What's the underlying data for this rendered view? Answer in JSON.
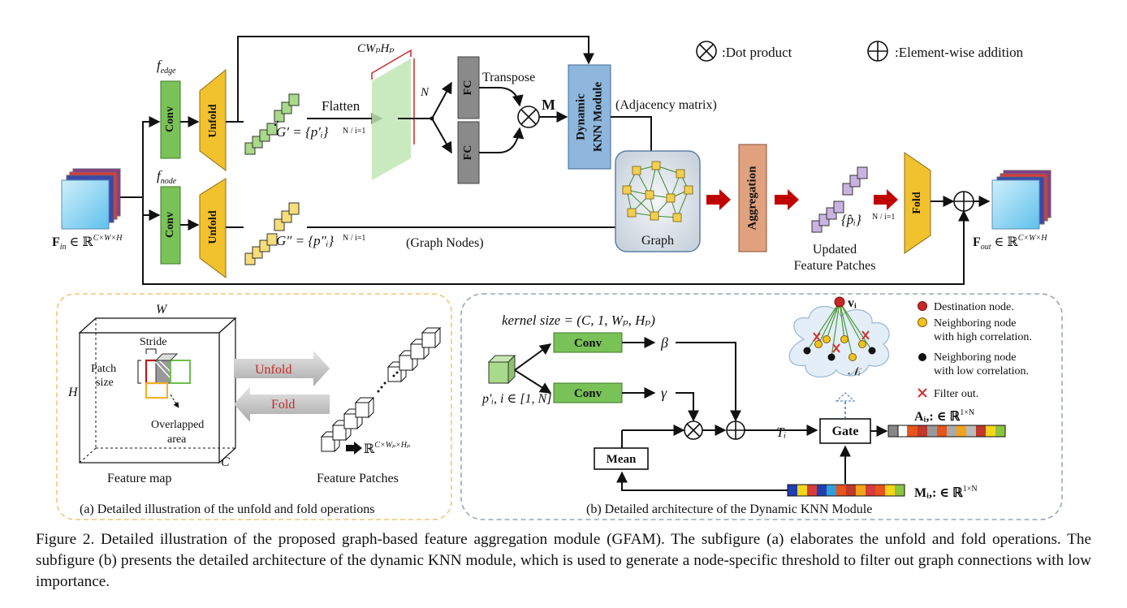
{
  "legend": {
    "dot_label": ":Dot product",
    "add_label": ":Element-wise addition"
  },
  "top": {
    "input_label": "F",
    "input_sub": "in",
    "input_set": " ∈ ℝ",
    "input_sup": "C×W×H",
    "output_label": "F",
    "output_sub": "out",
    "output_set": " ∈ ℝ",
    "output_sup": "C×W×H",
    "f_edge": "f",
    "f_edge_sub": "edge",
    "f_node": "f",
    "f_node_sub": "node",
    "conv": "Conv",
    "unfold": "Unfold",
    "g_edge": "G′ = {p′ᵢ}",
    "g_edge_limits": "N / i=1",
    "g_node": "G″ = {p″ᵢ}",
    "g_node_limits": "N / i=1",
    "flatten": "Flatten",
    "cwh": "CWₚHₚ",
    "n_dim": "N",
    "fc": "FC",
    "transpose": "Transpose",
    "m_label": "M",
    "knn_line1": "Dynamic",
    "knn_line2": "KNN Module",
    "adjacency": "(Adjacency matrix)",
    "graph_nodes": "(Graph Nodes)",
    "graph": "Graph",
    "aggregation": "Aggregation",
    "updated_set": "{p̂ᵢ}",
    "updated_limits": "N / i=1",
    "updated_line1": "Updated",
    "updated_line2": "Feature Patches",
    "fold": "Fold"
  },
  "panel_a": {
    "w": "W",
    "h": "H",
    "c": "C",
    "stride": "Stride",
    "patch_size_1": "Patch",
    "patch_size_2": "size",
    "overlapped_1": "Overlapped",
    "overlapped_2": "area",
    "unfold": "Unfold",
    "fold": "Fold",
    "feature_map": "Feature map",
    "patches_set": "ℝ",
    "patches_sup": "C×Wₚ×Hₚ",
    "feature_patches": "Feature Patches",
    "caption": "(a) Detailed illustration of the unfold and fold operations"
  },
  "panel_b": {
    "kernel_size": "kernel size = (C, 1, Wₚ, Hₚ)",
    "conv": "Conv",
    "beta": "β",
    "gamma": "γ",
    "p_input": "p′ᵢ, i ∈ [1, N]",
    "mean": "Mean",
    "t_i": "Tᵢ",
    "gate": "Gate",
    "a_label": "Aᵢ,: ∈ ℝ",
    "a_sup": "1×N",
    "m_label": "Mᵢ,: ∈ ℝ",
    "m_sup": "1×N",
    "v_i": "vᵢ",
    "n_i": "𝒩ᵢ",
    "legend_dest": "Destination node.",
    "legend_high_1": "Neighboring node",
    "legend_high_2": "with high correlation.",
    "legend_low_1": "Neighboring node",
    "legend_low_2": "with low correlation.",
    "legend_filter": "Filter out.",
    "caption": "(b) Detailed architecture of the Dynamic KNN Module"
  },
  "colors": {
    "conv_green": "#78c257",
    "unfold_gold": "#f2c12e",
    "knn_blue": "#8fb7dd",
    "aggregation_salmon": "#e0a17f",
    "arrow_red": "#c00000",
    "cube_blue": "#7fd0f0",
    "graph_bg": "#dfe6ee"
  },
  "caption": "Figure 2. Detailed illustration of the proposed graph-based feature aggregation module (GFAM). The subfigure (a) elaborates the unfold and fold operations. The subfigure (b) presents the detailed architecture of the dynamic KNN module, which is used to generate a node-specific threshold to filter out graph connections with low importance."
}
